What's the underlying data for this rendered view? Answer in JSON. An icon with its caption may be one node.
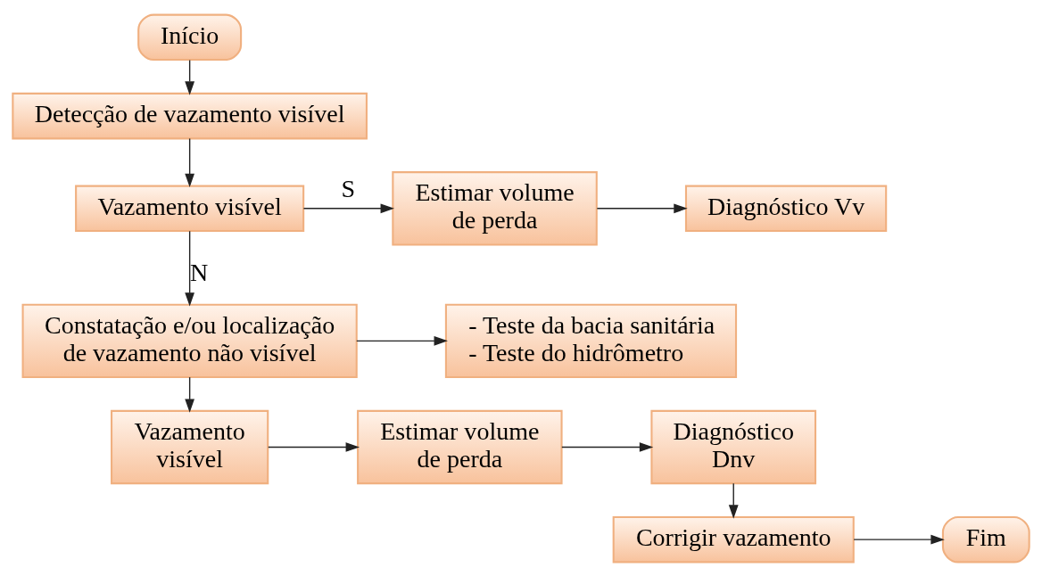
{
  "diagram": {
    "nodes": [
      {
        "text": [
          "Início"
        ]
      },
      {
        "text": [
          "Detecção de vazamento visível"
        ]
      },
      {
        "text": [
          "Vazamento visível"
        ]
      },
      {
        "text": [
          "Estimar volume de perda"
        ]
      },
      {
        "text": [
          "Diagnóstico Vv"
        ]
      },
      {
        "text": [
          "Constatação e/ou localização de vazamento não visível"
        ]
      },
      {
        "text": [
          "- Teste da bacia sanitária",
          "- Teste do hidrômetro"
        ]
      },
      {
        "text": [
          "Vazamento visível"
        ]
      },
      {
        "text": [
          "Estimar volume de perda"
        ]
      },
      {
        "text": [
          "Diagnóstico Dnv"
        ]
      },
      {
        "text": [
          "Corrigir vazamento"
        ]
      },
      {
        "text": [
          "Fim"
        ]
      }
    ],
    "edges": [
      {
        "from": 0,
        "to": 1,
        "arrow": "to"
      },
      {
        "from": 1,
        "to": 2,
        "arrow": "to"
      },
      {
        "from": 2,
        "to": 3,
        "arrow": "to",
        "label": "S"
      },
      {
        "from": 3,
        "to": 4,
        "arrow": "to"
      },
      {
        "from": 2,
        "to": 5,
        "arrow": "to",
        "label": "N"
      },
      {
        "from": 5,
        "to": 6,
        "arrow": "to"
      },
      {
        "from": 5,
        "to": 7,
        "arrow": "to"
      },
      {
        "from": 7,
        "to": 8,
        "arrow": "to"
      },
      {
        "from": 8,
        "to": 9,
        "arrow": "to"
      },
      {
        "from": 9,
        "to": 10,
        "arrow": "to"
      },
      {
        "from": 10,
        "to": 11,
        "arrow": "to"
      }
    ]
  }
}
